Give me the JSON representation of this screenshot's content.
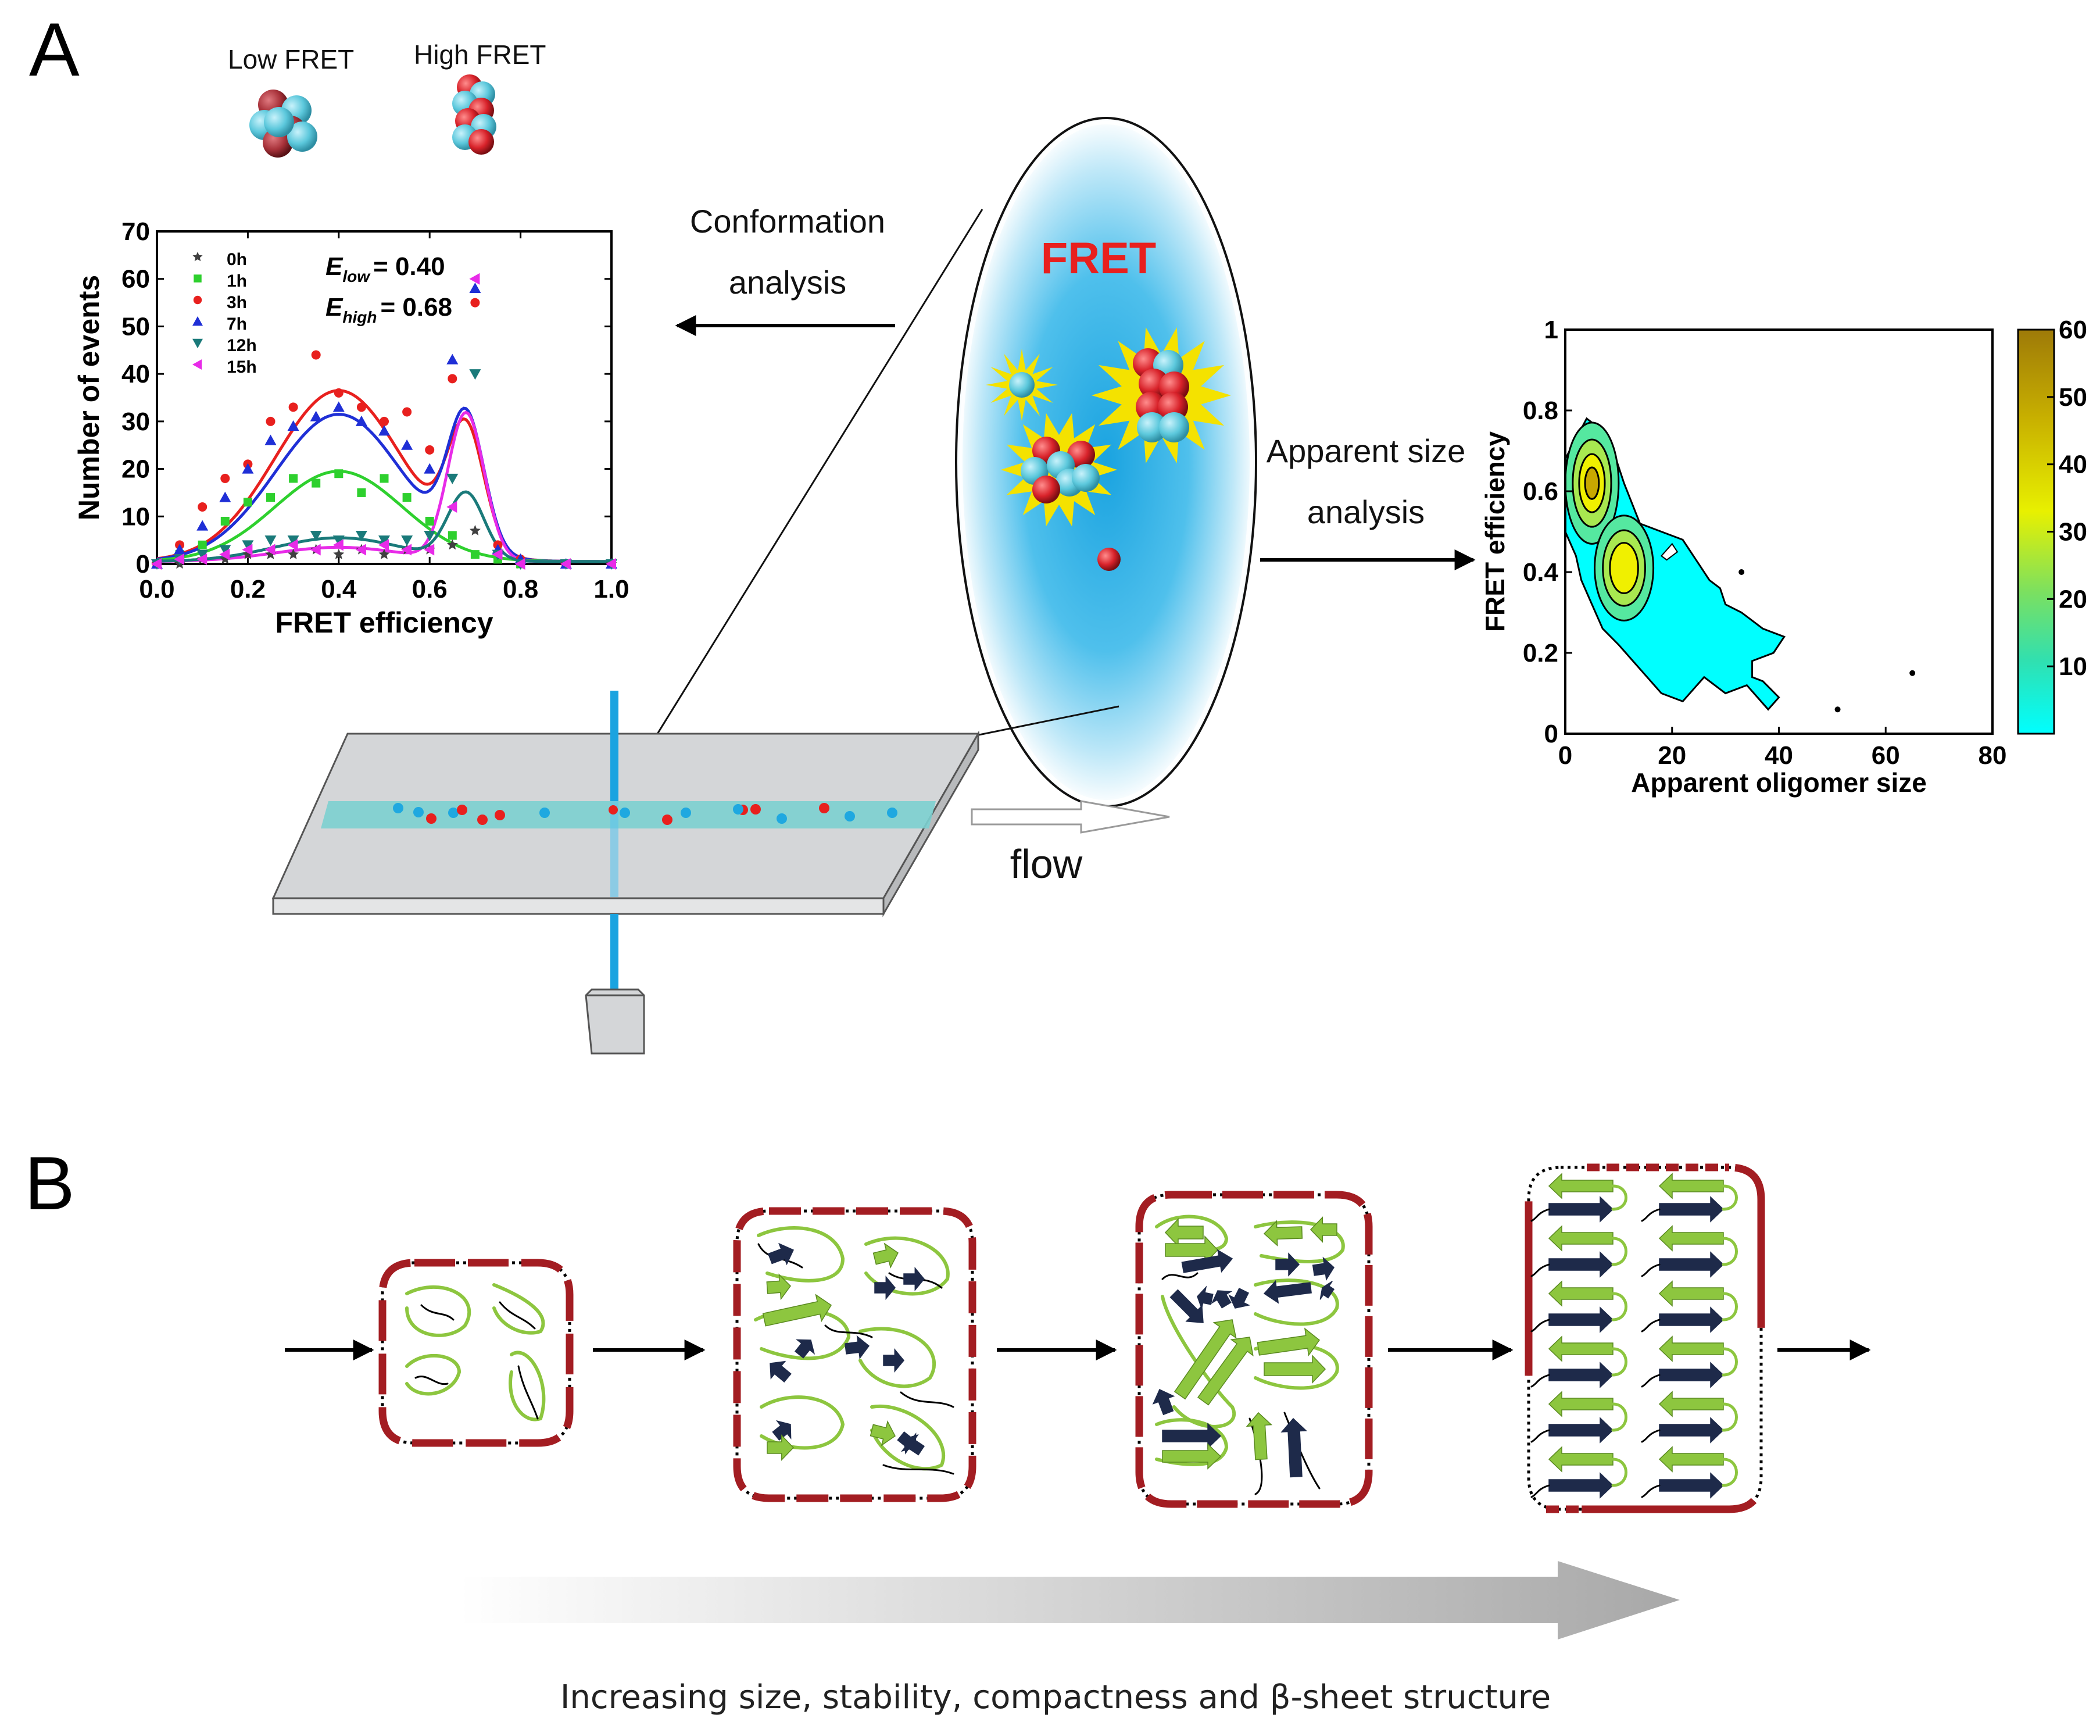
{
  "panel_a": {
    "label": "A",
    "low_fret_label": "Low FRET",
    "high_fret_label": "High FRET",
    "fret_title": "FRET",
    "conformation_line1": "Conformation",
    "conformation_line2": "analysis",
    "apparent_line1": "Apparent size",
    "apparent_line2": "analysis",
    "flow_label": "flow",
    "colors": {
      "cyan": "#5cc8dc",
      "red": "#d8222a",
      "fret_red": "#e8201e",
      "spark": "#f4e200",
      "beam": "#1aa3e0"
    }
  },
  "panel_b": {
    "label": "B",
    "caption": "Increasing size, stability, compactness and β-sheet structure",
    "colors": {
      "strand_green": "#8dc63f",
      "strand_navy": "#1e2a4a",
      "border_red": "#a31d22"
    }
  },
  "chart_data": [
    {
      "type": "scatter",
      "xlabel": "FRET efficiency",
      "ylabel": "Number of events",
      "xlim": [
        0.0,
        1.0
      ],
      "ylim": [
        0,
        70
      ],
      "xticks": [
        "0.0",
        "0.2",
        "0.4",
        "0.6",
        "0.8",
        "1.0"
      ],
      "yticks": [
        "0",
        "10",
        "20",
        "30",
        "40",
        "50",
        "60",
        "70"
      ],
      "annotations": [
        {
          "name": "E_low",
          "text": "E",
          "sub": "low",
          "value": "= 0.40"
        },
        {
          "name": "E_high",
          "text": "E",
          "sub": "high",
          "value": "= 0.68"
        }
      ],
      "legend_placement": "top-left",
      "series": [
        {
          "name": "0h",
          "color": "#404040",
          "marker": "star",
          "x": [
            0.0,
            0.05,
            0.1,
            0.15,
            0.2,
            0.25,
            0.3,
            0.35,
            0.4,
            0.45,
            0.5,
            0.55,
            0.6,
            0.65,
            0.7,
            0.75,
            0.8,
            0.9,
            1.0
          ],
          "y": [
            0,
            0,
            1,
            1,
            2,
            2,
            2,
            3,
            2,
            3,
            2,
            3,
            3,
            4,
            7,
            2,
            0,
            0,
            0
          ]
        },
        {
          "name": "1h",
          "color": "#2ed02e",
          "marker": "square",
          "x": [
            0.0,
            0.05,
            0.1,
            0.15,
            0.2,
            0.25,
            0.3,
            0.35,
            0.4,
            0.45,
            0.5,
            0.55,
            0.6,
            0.65,
            0.7,
            0.75,
            0.8,
            0.9,
            1.0
          ],
          "y": [
            0,
            2,
            4,
            9,
            13,
            14,
            18,
            17,
            19,
            15,
            18,
            14,
            9,
            6,
            2,
            1,
            0,
            0,
            0
          ]
        },
        {
          "name": "3h",
          "color": "#e8201e",
          "marker": "circle",
          "x": [
            0.0,
            0.05,
            0.1,
            0.15,
            0.2,
            0.25,
            0.3,
            0.35,
            0.4,
            0.45,
            0.5,
            0.55,
            0.6,
            0.65,
            0.7,
            0.75,
            0.8,
            0.9,
            1.0
          ],
          "y": [
            0,
            4,
            12,
            18,
            21,
            30,
            33,
            44,
            36,
            33,
            30,
            32,
            24,
            39,
            55,
            4,
            1,
            0,
            0
          ]
        },
        {
          "name": "7h",
          "color": "#1f2fd6",
          "marker": "triangle",
          "x": [
            0.0,
            0.05,
            0.1,
            0.15,
            0.2,
            0.25,
            0.3,
            0.35,
            0.4,
            0.45,
            0.5,
            0.55,
            0.6,
            0.65,
            0.7,
            0.75,
            0.8,
            0.9,
            1.0
          ],
          "y": [
            0,
            3,
            8,
            14,
            20,
            26,
            29,
            31,
            33,
            30,
            28,
            25,
            20,
            43,
            58,
            3,
            1,
            0,
            0
          ]
        },
        {
          "name": "12h",
          "color": "#1a7a7a",
          "marker": "triangle-down",
          "x": [
            0.0,
            0.05,
            0.1,
            0.15,
            0.2,
            0.25,
            0.3,
            0.35,
            0.4,
            0.45,
            0.5,
            0.55,
            0.6,
            0.65,
            0.7,
            0.75,
            0.8,
            0.9,
            1.0
          ],
          "y": [
            0,
            1,
            2,
            3,
            4,
            5,
            5,
            6,
            5,
            6,
            5,
            5,
            6,
            18,
            40,
            2,
            0,
            0,
            0
          ]
        },
        {
          "name": "15h",
          "color": "#e82be8",
          "marker": "triangle-left",
          "x": [
            0.0,
            0.05,
            0.1,
            0.15,
            0.2,
            0.25,
            0.3,
            0.35,
            0.4,
            0.45,
            0.5,
            0.55,
            0.6,
            0.65,
            0.7,
            0.75,
            0.8,
            0.9,
            1.0
          ],
          "y": [
            0,
            1,
            1,
            2,
            3,
            3,
            4,
            3,
            4,
            3,
            4,
            3,
            3,
            12,
            60,
            2,
            0,
            0,
            0
          ]
        }
      ],
      "fits": [
        {
          "name": "3h",
          "color": "#e8201e",
          "a1": 36,
          "a2": 25
        },
        {
          "name": "7h",
          "color": "#1f2fd6",
          "a1": 31,
          "a2": 28
        },
        {
          "name": "1h",
          "color": "#2ed02e",
          "a1": 19,
          "a2": 0
        },
        {
          "name": "15h",
          "color": "#e82be8",
          "a1": 3,
          "a2": 31
        },
        {
          "name": "12h",
          "color": "#1a7a7a",
          "a1": 5,
          "a2": 14
        }
      ]
    },
    {
      "type": "heatmap",
      "xlabel": "Apparent oligomer size",
      "ylabel": "FRET efficiency",
      "xlim": [
        0,
        80
      ],
      "ylim": [
        0,
        1
      ],
      "xticks": [
        "0",
        "20",
        "40",
        "60",
        "80"
      ],
      "yticks": [
        "0",
        "0.2",
        "0.4",
        "0.6",
        "0.8",
        "1"
      ],
      "colorbar_ticks": [
        "10",
        "20",
        "30",
        "40",
        "50",
        "60"
      ],
      "colorbar_range": [
        0,
        60
      ],
      "peaks": [
        {
          "x": 5,
          "y": 0.62,
          "value": 60
        },
        {
          "x": 11,
          "y": 0.41,
          "value": 35
        }
      ]
    }
  ]
}
